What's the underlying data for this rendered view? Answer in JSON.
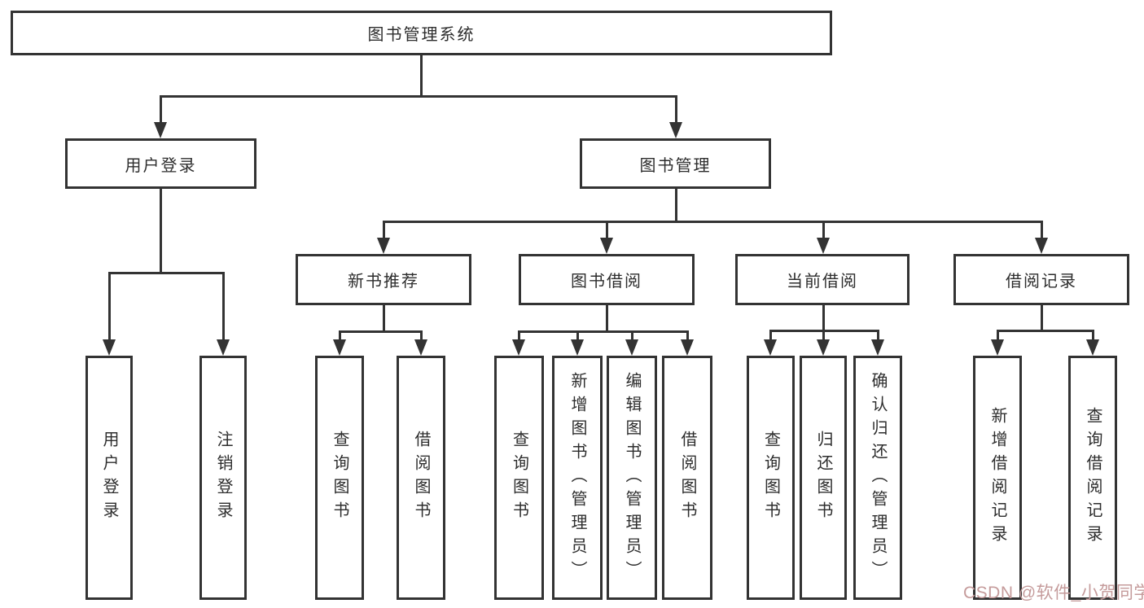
{
  "diagram": {
    "root": "图书管理系统",
    "level2": [
      "用户登录",
      "图书管理"
    ],
    "level3": [
      "新书推荐",
      "图书借阅",
      "当前借阅",
      "借阅记录"
    ],
    "leaves": {
      "user_login": [
        "用户登录",
        "注销登录"
      ],
      "new_book": [
        "查询图书",
        "借阅图书"
      ],
      "book_borrow": [
        "查询图书",
        "新增图书（管理员）",
        "编辑图书（管理员）",
        "借阅图书"
      ],
      "current_borrow": [
        "查询图书",
        "归还图书",
        "确认归还（管理员）"
      ],
      "borrow_records": [
        "新增借阅记录",
        "查询借阅记录"
      ]
    }
  },
  "watermark": {
    "text": "CSDN @软件_小贺同学",
    "color": "#c59b9b"
  },
  "colors": {
    "line": "#333333",
    "node_border": "#333333",
    "node_background": "#ffffff",
    "text": "#2d2d2d",
    "page_background": "#ffffff"
  }
}
